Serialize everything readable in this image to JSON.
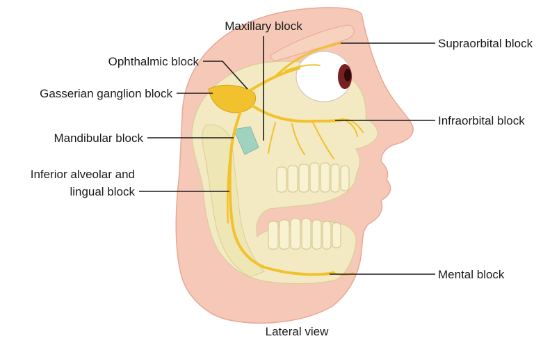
{
  "labels": {
    "maxillary": "Maxillary block",
    "ophthalmic": "Ophthalmic block",
    "gasserian": "Gasserian ganglion block",
    "mandibular": "Mandibular block",
    "inferior_line1": "Inferior alveolar and",
    "inferior_line2": "lingual block",
    "supraorbital": "Supraorbital block",
    "infraorbital": "Infraorbital block",
    "mental": "Mental block"
  },
  "caption": "Lateral view",
  "colors": {
    "skin": "#f6c8b8",
    "skin_edge": "#e8a896",
    "bone": "#f3ecc4",
    "bone_edge": "#d9cf95",
    "nerve": "#f2c12e",
    "nerve_edge": "#d9a20e",
    "eye_white": "#ffffff",
    "iris": "#7a1f1f",
    "pterygoid": "#9fd3c0",
    "leader_line": "#1a1a1a"
  }
}
